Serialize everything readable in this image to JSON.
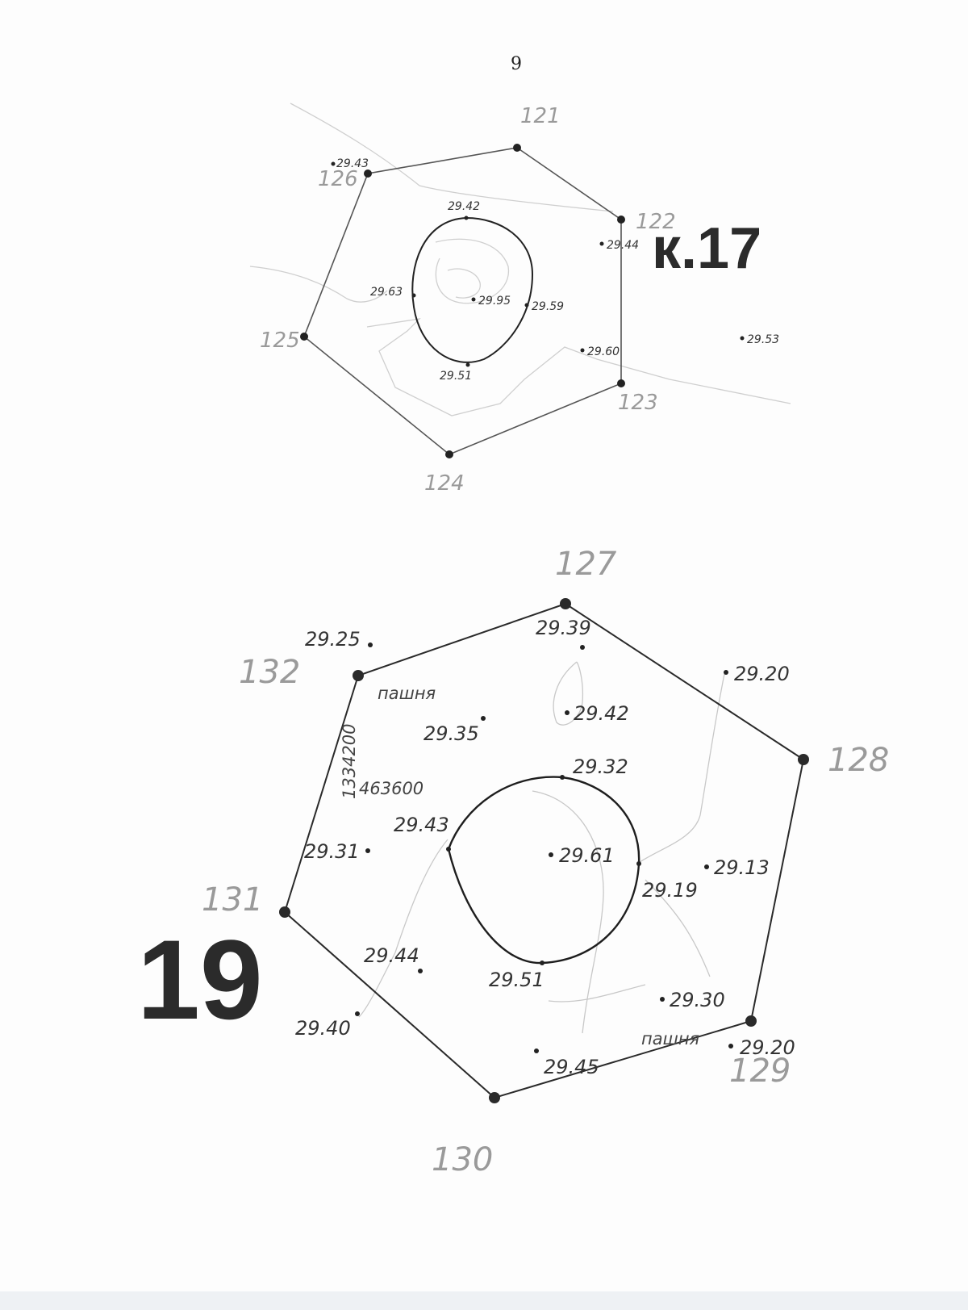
{
  "page_number": "9",
  "colors": {
    "ink": "#2a2a2a",
    "faint": "#c4c4c4",
    "label_gray": "#9a9a9a"
  },
  "sheet_top": {
    "title": "к.17",
    "vertices": [
      "121",
      "122",
      "123",
      "124",
      "125",
      "126"
    ],
    "elevations": [
      "29.43",
      "29.42",
      "29.44",
      "29.63",
      "29.95",
      "29.59",
      "29.60",
      "29.53",
      "29.51"
    ]
  },
  "sheet_bottom": {
    "title": "19",
    "vertices": [
      "127",
      "128",
      "129",
      "130",
      "131",
      "132"
    ],
    "elevations": [
      "29.25",
      "29.39",
      "29.20",
      "29.42",
      "29.35",
      "29.32",
      "29.43",
      "29.61",
      "29.13",
      "29.19",
      "29.31",
      "29.44",
      "29.51",
      "29.30",
      "29.40",
      "29.45",
      "29.20"
    ],
    "notes": {
      "land_use_1": "пашня",
      "land_use_2": "пашня",
      "coord_x": "1334200",
      "coord_y": "463600"
    }
  }
}
